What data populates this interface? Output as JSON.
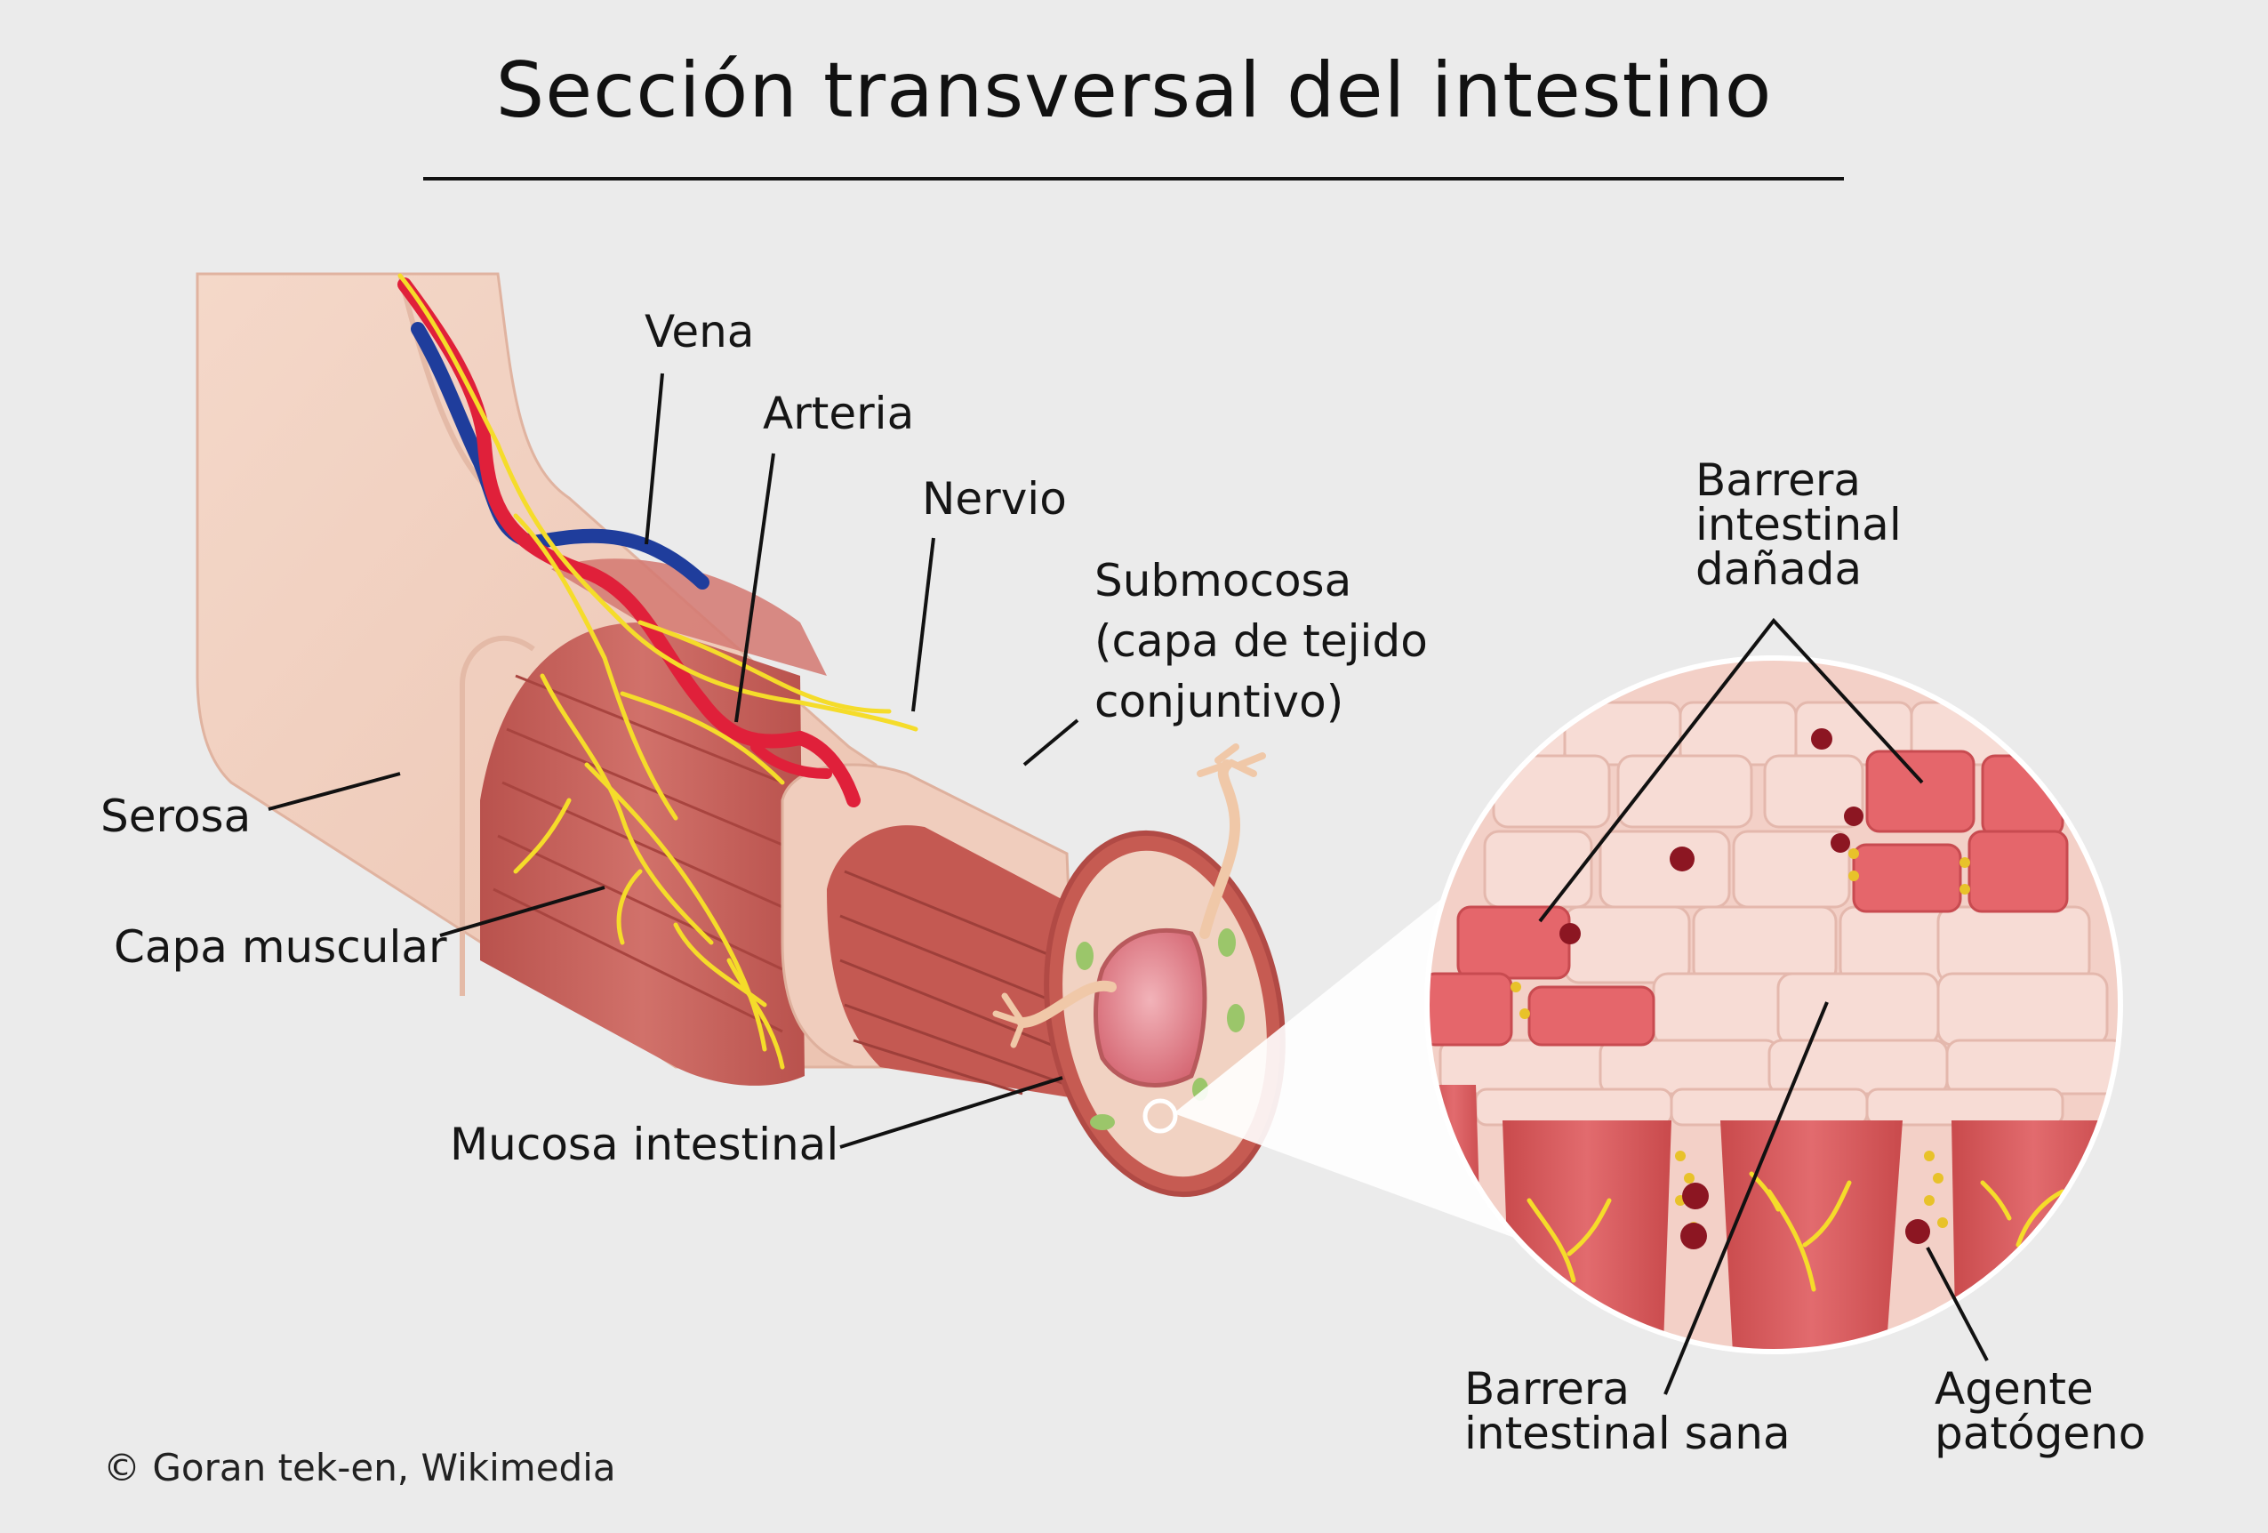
{
  "title": "Sección transversal del intestino",
  "labels": {
    "vena": "Vena",
    "arteria": "Arteria",
    "nervio": "Nervio",
    "submucosa": [
      "Submocosa",
      "(capa de tejido",
      "conjuntivo)"
    ],
    "serosa": "Serosa",
    "capa_muscular": "Capa muscular",
    "mucosa": "Mucosa intestinal",
    "barrera_danada": [
      "Barrera",
      "intestinal",
      "dañada"
    ],
    "barrera_sana": [
      "Barrera",
      "intestinal sana"
    ],
    "agente": [
      "Agente",
      "patógeno"
    ]
  },
  "credit": "© Goran tek-en, Wikimedia",
  "colors": {
    "background": "#ebebeb",
    "tissue_pale": "#f2d2c4",
    "muscle": "#c8625c",
    "artery": "#e0203a",
    "vein": "#1f3d9c",
    "nerve": "#f5dc2a",
    "healthy_cell": "#f6d6ce",
    "damaged_cell": "#e5666b",
    "pathogen": "#8c1622"
  }
}
